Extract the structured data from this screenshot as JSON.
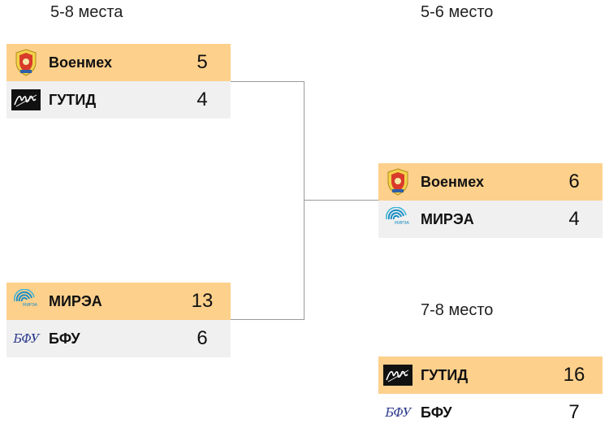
{
  "headings": {
    "places_5_8": "5-8 места",
    "place_5_6": "5-6 место",
    "place_7_8": "7-8 место"
  },
  "matches": {
    "semi_top": {
      "team1": {
        "name": "Военмех",
        "score": "5",
        "logo": "voenmeh-crest-icon"
      },
      "team2": {
        "name": "ГУТИД",
        "score": "4",
        "logo": "gutid-signature-icon"
      }
    },
    "semi_bottom": {
      "team1": {
        "name": "МИРЭА",
        "score": "13",
        "logo": "mirea-waves-icon"
      },
      "team2": {
        "name": "БФУ",
        "score": "6",
        "logo": "bfu-letters-icon",
        "logo_text": "БФУ"
      }
    },
    "final_5_6": {
      "team1": {
        "name": "Военмех",
        "score": "6",
        "logo": "voenmeh-crest-icon"
      },
      "team2": {
        "name": "МИРЭА",
        "score": "4",
        "logo": "mirea-waves-icon"
      }
    },
    "final_7_8": {
      "team1": {
        "name": "ГУТИД",
        "score": "16",
        "logo": "gutid-signature-icon"
      },
      "team2": {
        "name": "БФУ",
        "score": "7",
        "logo": "bfu-letters-icon",
        "logo_text": "БФУ"
      }
    }
  },
  "colors": {
    "winner_row": "#fdd08c",
    "loser_row": "#f0f0f0",
    "connector": "#9a9a9a"
  }
}
